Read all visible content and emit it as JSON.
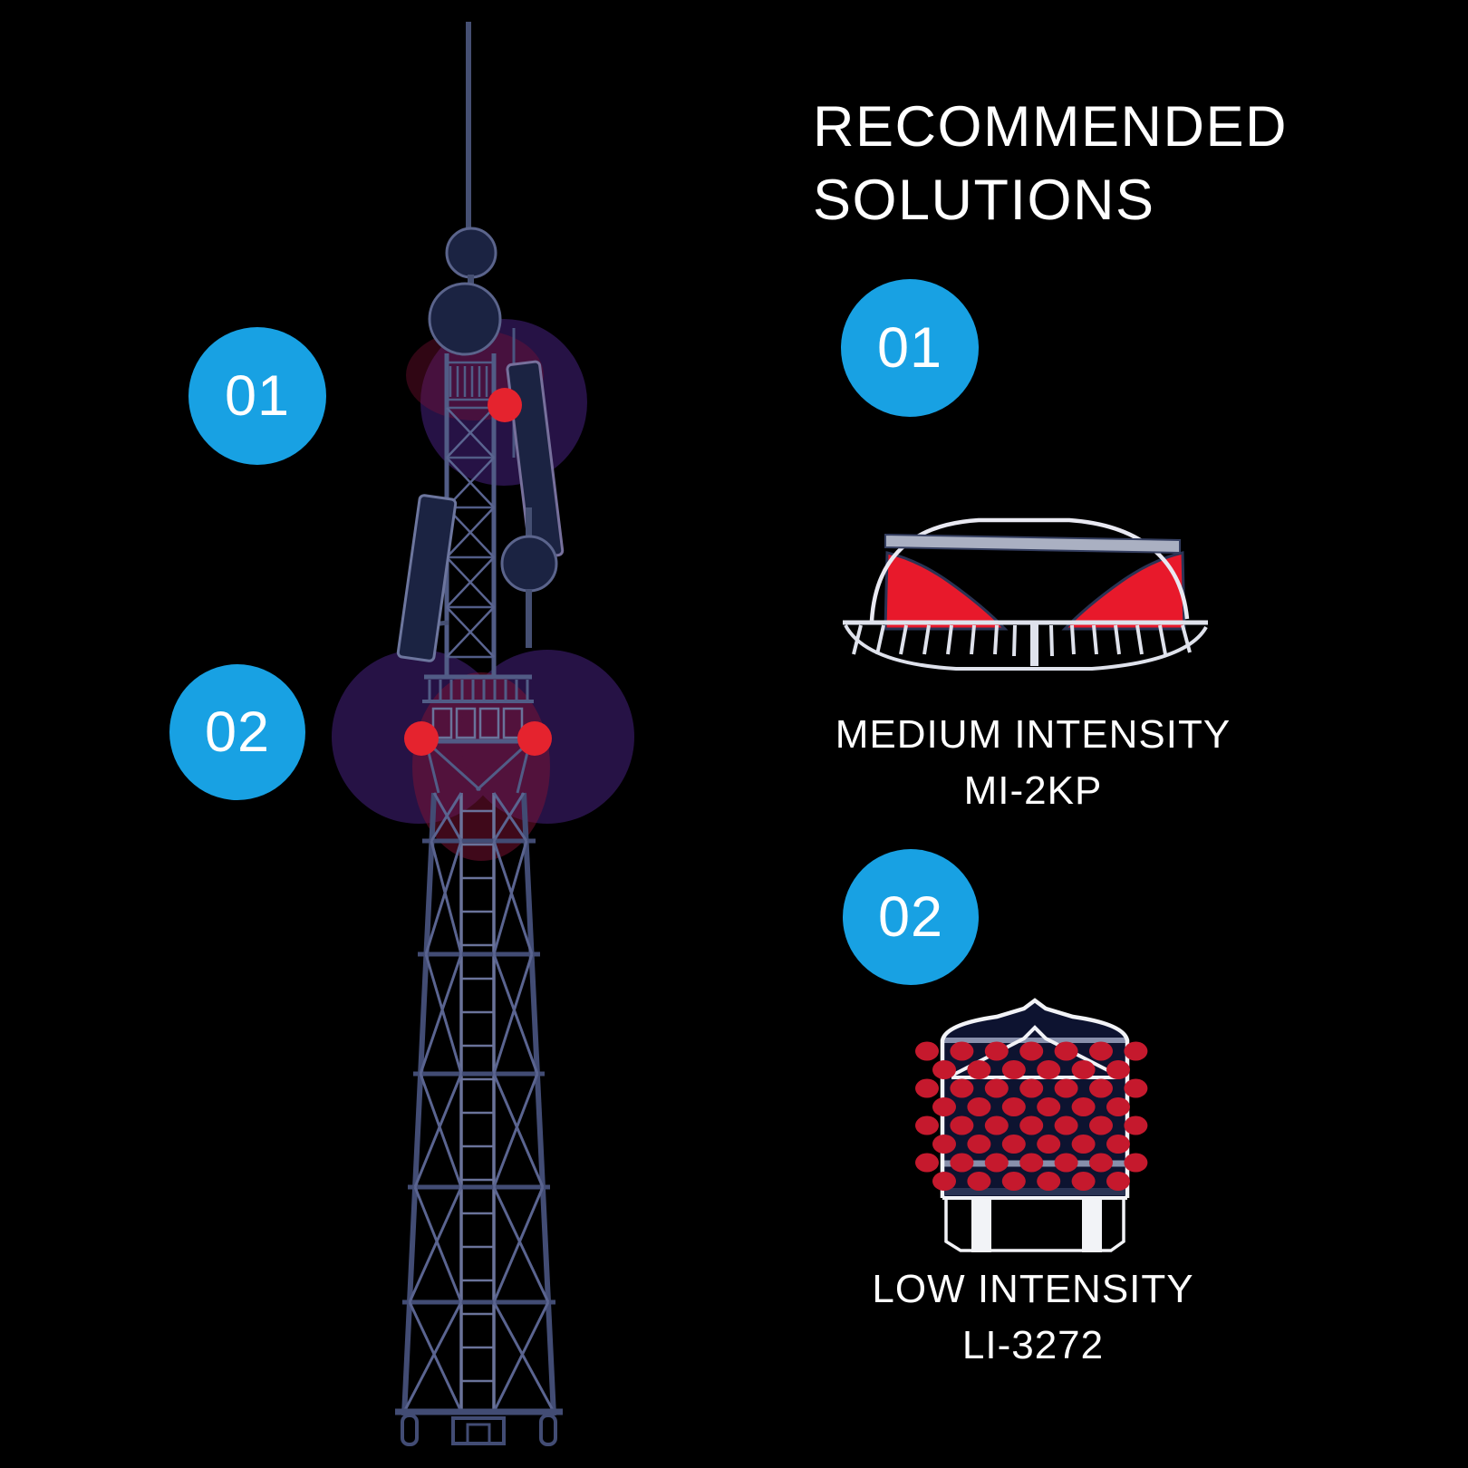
{
  "title": "RECOMMENDED\nSOLUTIONS",
  "tower_markers": [
    {
      "label": "01"
    },
    {
      "label": "02"
    }
  ],
  "solutions": [
    {
      "badge": "01",
      "name": "MEDIUM INTENSITY",
      "model": "MI-2KP",
      "icon": "medium-intensity-beacon-icon"
    },
    {
      "badge": "02",
      "name": "LOW INTENSITY",
      "model": "LI-3272",
      "icon": "low-intensity-light-icon"
    }
  ],
  "colors": {
    "background": "#000000",
    "badge_blue": "#18a1e3",
    "marker_red": "#e5232e",
    "lamp_red": "#e8192b",
    "led_red": "#c5192d",
    "halo_purple": "#261245",
    "tower_line": "#4a5580",
    "tower_fill": "#1b2342",
    "text_white": "#ffffff"
  }
}
